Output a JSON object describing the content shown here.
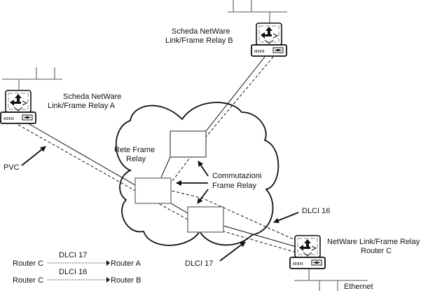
{
  "diagram": {
    "cloud_label": [
      "Rete Frame",
      "Relay"
    ],
    "switches_label": [
      "Commutazioni",
      "Frame Relay"
    ],
    "pvc_label": "PVC",
    "router_a_label": [
      "Scheda NetWare",
      "Link/Frame Relay  A"
    ],
    "router_b_label": [
      "Scheda NetWare",
      "Link/Frame Relay  B"
    ],
    "router_c_label": [
      "NetWare Link/Frame Relay",
      "Router  C"
    ],
    "dlci16_label": "DLCI 16",
    "dlci17_label": "DLCI 17",
    "ethernet_label": "Ethernet",
    "legend": [
      {
        "from": "Router C",
        "dlci": "DLCI 17",
        "to": "Router A"
      },
      {
        "from": "Router C",
        "dlci": "DLCI 16",
        "to": "Router B"
      }
    ]
  }
}
